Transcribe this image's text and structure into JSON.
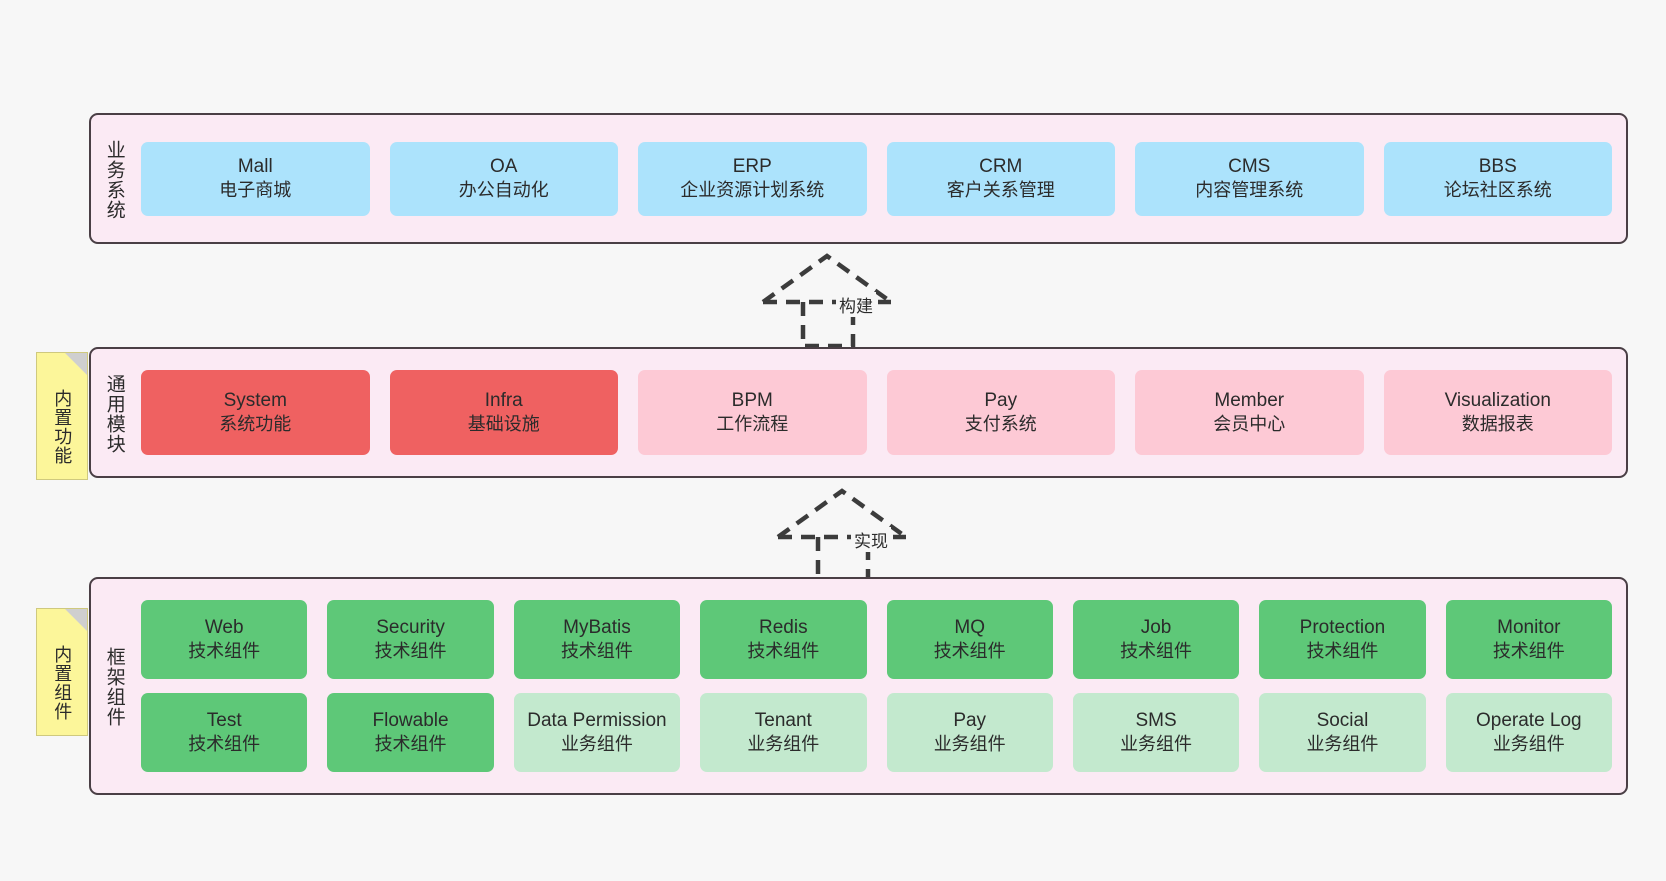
{
  "layers": [
    {
      "id": "business",
      "title": "业务系统",
      "rows": [
        {
          "style": "c-blue",
          "cells": [
            {
              "en": "Mall",
              "cn": "电子商城"
            },
            {
              "en": "OA",
              "cn": "办公自动化"
            },
            {
              "en": "ERP",
              "cn": "企业资源计划系统"
            },
            {
              "en": "CRM",
              "cn": "客户关系管理"
            },
            {
              "en": "CMS",
              "cn": "内容管理系统"
            },
            {
              "en": "BBS",
              "cn": "论坛社区系统"
            }
          ]
        }
      ]
    },
    {
      "id": "modules",
      "title": "通用模块",
      "rows": [
        {
          "cells": [
            {
              "en": "System",
              "cn": "系统功能",
              "style": "c-red"
            },
            {
              "en": "Infra",
              "cn": "基础设施",
              "style": "c-red"
            },
            {
              "en": "BPM",
              "cn": "工作流程",
              "style": "c-pink"
            },
            {
              "en": "Pay",
              "cn": "支付系统",
              "style": "c-pink"
            },
            {
              "en": "Member",
              "cn": "会员中心",
              "style": "c-pink"
            },
            {
              "en": "Visualization",
              "cn": "数据报表",
              "style": "c-pink"
            }
          ]
        }
      ]
    },
    {
      "id": "framework",
      "title": "框架组件",
      "rows": [
        {
          "cells": [
            {
              "en": "Web",
              "cn": "技术组件",
              "style": "c-green"
            },
            {
              "en": "Security",
              "cn": "技术组件",
              "style": "c-green"
            },
            {
              "en": "MyBatis",
              "cn": "技术组件",
              "style": "c-green"
            },
            {
              "en": "Redis",
              "cn": "技术组件",
              "style": "c-green"
            },
            {
              "en": "MQ",
              "cn": "技术组件",
              "style": "c-green"
            },
            {
              "en": "Job",
              "cn": "技术组件",
              "style": "c-green"
            },
            {
              "en": "Protection",
              "cn": "技术组件",
              "style": "c-green"
            },
            {
              "en": "Monitor",
              "cn": "技术组件",
              "style": "c-green"
            }
          ]
        },
        {
          "cells": [
            {
              "en": "Test",
              "cn": "技术组件",
              "style": "c-green"
            },
            {
              "en": "Flowable",
              "cn": "技术组件",
              "style": "c-green"
            },
            {
              "en": "Data Permission",
              "cn": "业务组件",
              "style": "c-greenlite"
            },
            {
              "en": "Tenant",
              "cn": "业务组件",
              "style": "c-greenlite"
            },
            {
              "en": "Pay",
              "cn": "业务组件",
              "style": "c-greenlite"
            },
            {
              "en": "SMS",
              "cn": "业务组件",
              "style": "c-greenlite"
            },
            {
              "en": "Social",
              "cn": "业务组件",
              "style": "c-greenlite"
            },
            {
              "en": "Operate Log",
              "cn": "业务组件",
              "style": "c-greenlite"
            }
          ]
        }
      ]
    }
  ],
  "stickies": [
    {
      "id": "modules",
      "label": "内置功能"
    },
    {
      "id": "framework",
      "label": "内置组件"
    }
  ],
  "connectors": [
    {
      "id": "build",
      "label": "构建"
    },
    {
      "id": "impl",
      "label": "实现"
    }
  ],
  "colors": {
    "page_background": "#f7f7f7",
    "layer_background": "#fbeaf4",
    "layer_border": "#4a3f45",
    "business_box": "#ace3fc",
    "module_core_box": "#ef6161",
    "module_box": "#fdc9d5",
    "tech_component_box": "#5ec878",
    "business_component_box": "#c3e9ce",
    "sticky_note": "#fcf69a",
    "connector_line": "#3c3c3c"
  }
}
